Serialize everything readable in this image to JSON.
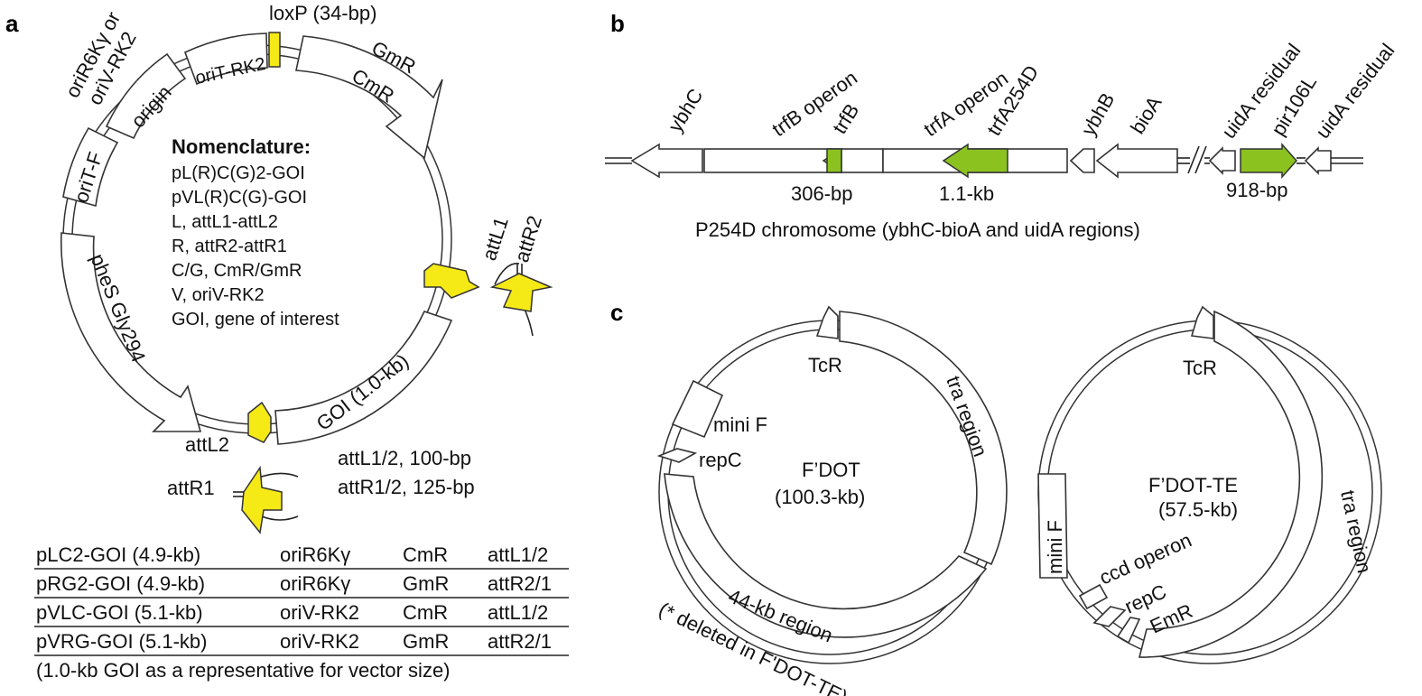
{
  "panels": {
    "a": "a",
    "b": "b",
    "c": "c"
  },
  "panel_a": {
    "loxp": "loxP (34-bp)",
    "ori_r6k": "oriR6Kγ or",
    "oriv": "oriV-RK2",
    "origin": "origin",
    "orit_rk2": "oriT-RK2",
    "orit_f": "oriT-F",
    "gmr": "GmR",
    "cmr": "CmR",
    "phes": "pheS  Gly294",
    "goi": "GOI  (1.0-kb)",
    "attl1": "attL1",
    "attr2": "attR2",
    "attl2": "attL2",
    "attr1": "attR1",
    "att_size_l": "attL1/2, 100-bp",
    "att_size_r": "attR1/2, 125-bp",
    "nomenclature_title": "Nomenclature:",
    "nomenclature": [
      "pL(R)C(G)2-GOI",
      "pVL(R)C(G)-GOI",
      "L, attL1-attL2",
      "R, attR2-attR1",
      "C/G, CmR/GmR",
      "V, oriV-RK2",
      "GOI, gene of interest"
    ],
    "table": [
      {
        "name": "pLC2-GOI (4.9-kb)",
        "origin": "oriR6Kγ",
        "marker": "CmR",
        "att": "attL1/2"
      },
      {
        "name": "pRG2-GOI (4.9-kb)",
        "origin": "oriR6Kγ",
        "marker": "GmR",
        "att": "attR2/1"
      },
      {
        "name": "pVLC-GOI (5.1-kb)",
        "origin": "oriV-RK2",
        "marker": "CmR",
        "att": "attL1/2"
      },
      {
        "name": "pVRG-GOI (5.1-kb)",
        "origin": "oriV-RK2",
        "marker": "GmR",
        "att": "attR2/1"
      }
    ],
    "table_note": "(1.0-kb GOI as a  representative for vector size)"
  },
  "panel_b": {
    "ybhc": "ybhC",
    "trfb_operon": "trfB operon",
    "trfb": "trfB",
    "trfa_operon": "trfA operon",
    "trfa254d": "trfA254D",
    "ybhb": "ybhB",
    "bioa": "bioA",
    "uida_res1": "uidA residual",
    "pir106l": "pir106L",
    "uida_res2": "uidA residual",
    "size_trfb": "306-bp",
    "size_trfa": "1.1-kb",
    "size_pir": "918-bp",
    "caption": "P254D chromosome (ybhC-bioA and uidA regions)"
  },
  "panel_c": {
    "left": {
      "tcr": "TcR",
      "tra": "tra region",
      "minif": "mini F",
      "repc": "repC",
      "name": "F’DOT",
      "size": "(100.3-kb)",
      "region44": "44-kb region",
      "deleted_note": "(* deleted in F'DOT-TE)"
    },
    "right": {
      "tcr": "TcR",
      "tra": "tra region",
      "minif": "mini F",
      "ccd": "ccd operon",
      "repc": "repC",
      "emr": "EmR",
      "name": "F’DOT-TE",
      "size": "(57.5-kb)"
    }
  },
  "colors": {
    "red_label": "#e3221b",
    "att_yellow": "#f5ea16",
    "gene_green": "#8cc21f"
  }
}
